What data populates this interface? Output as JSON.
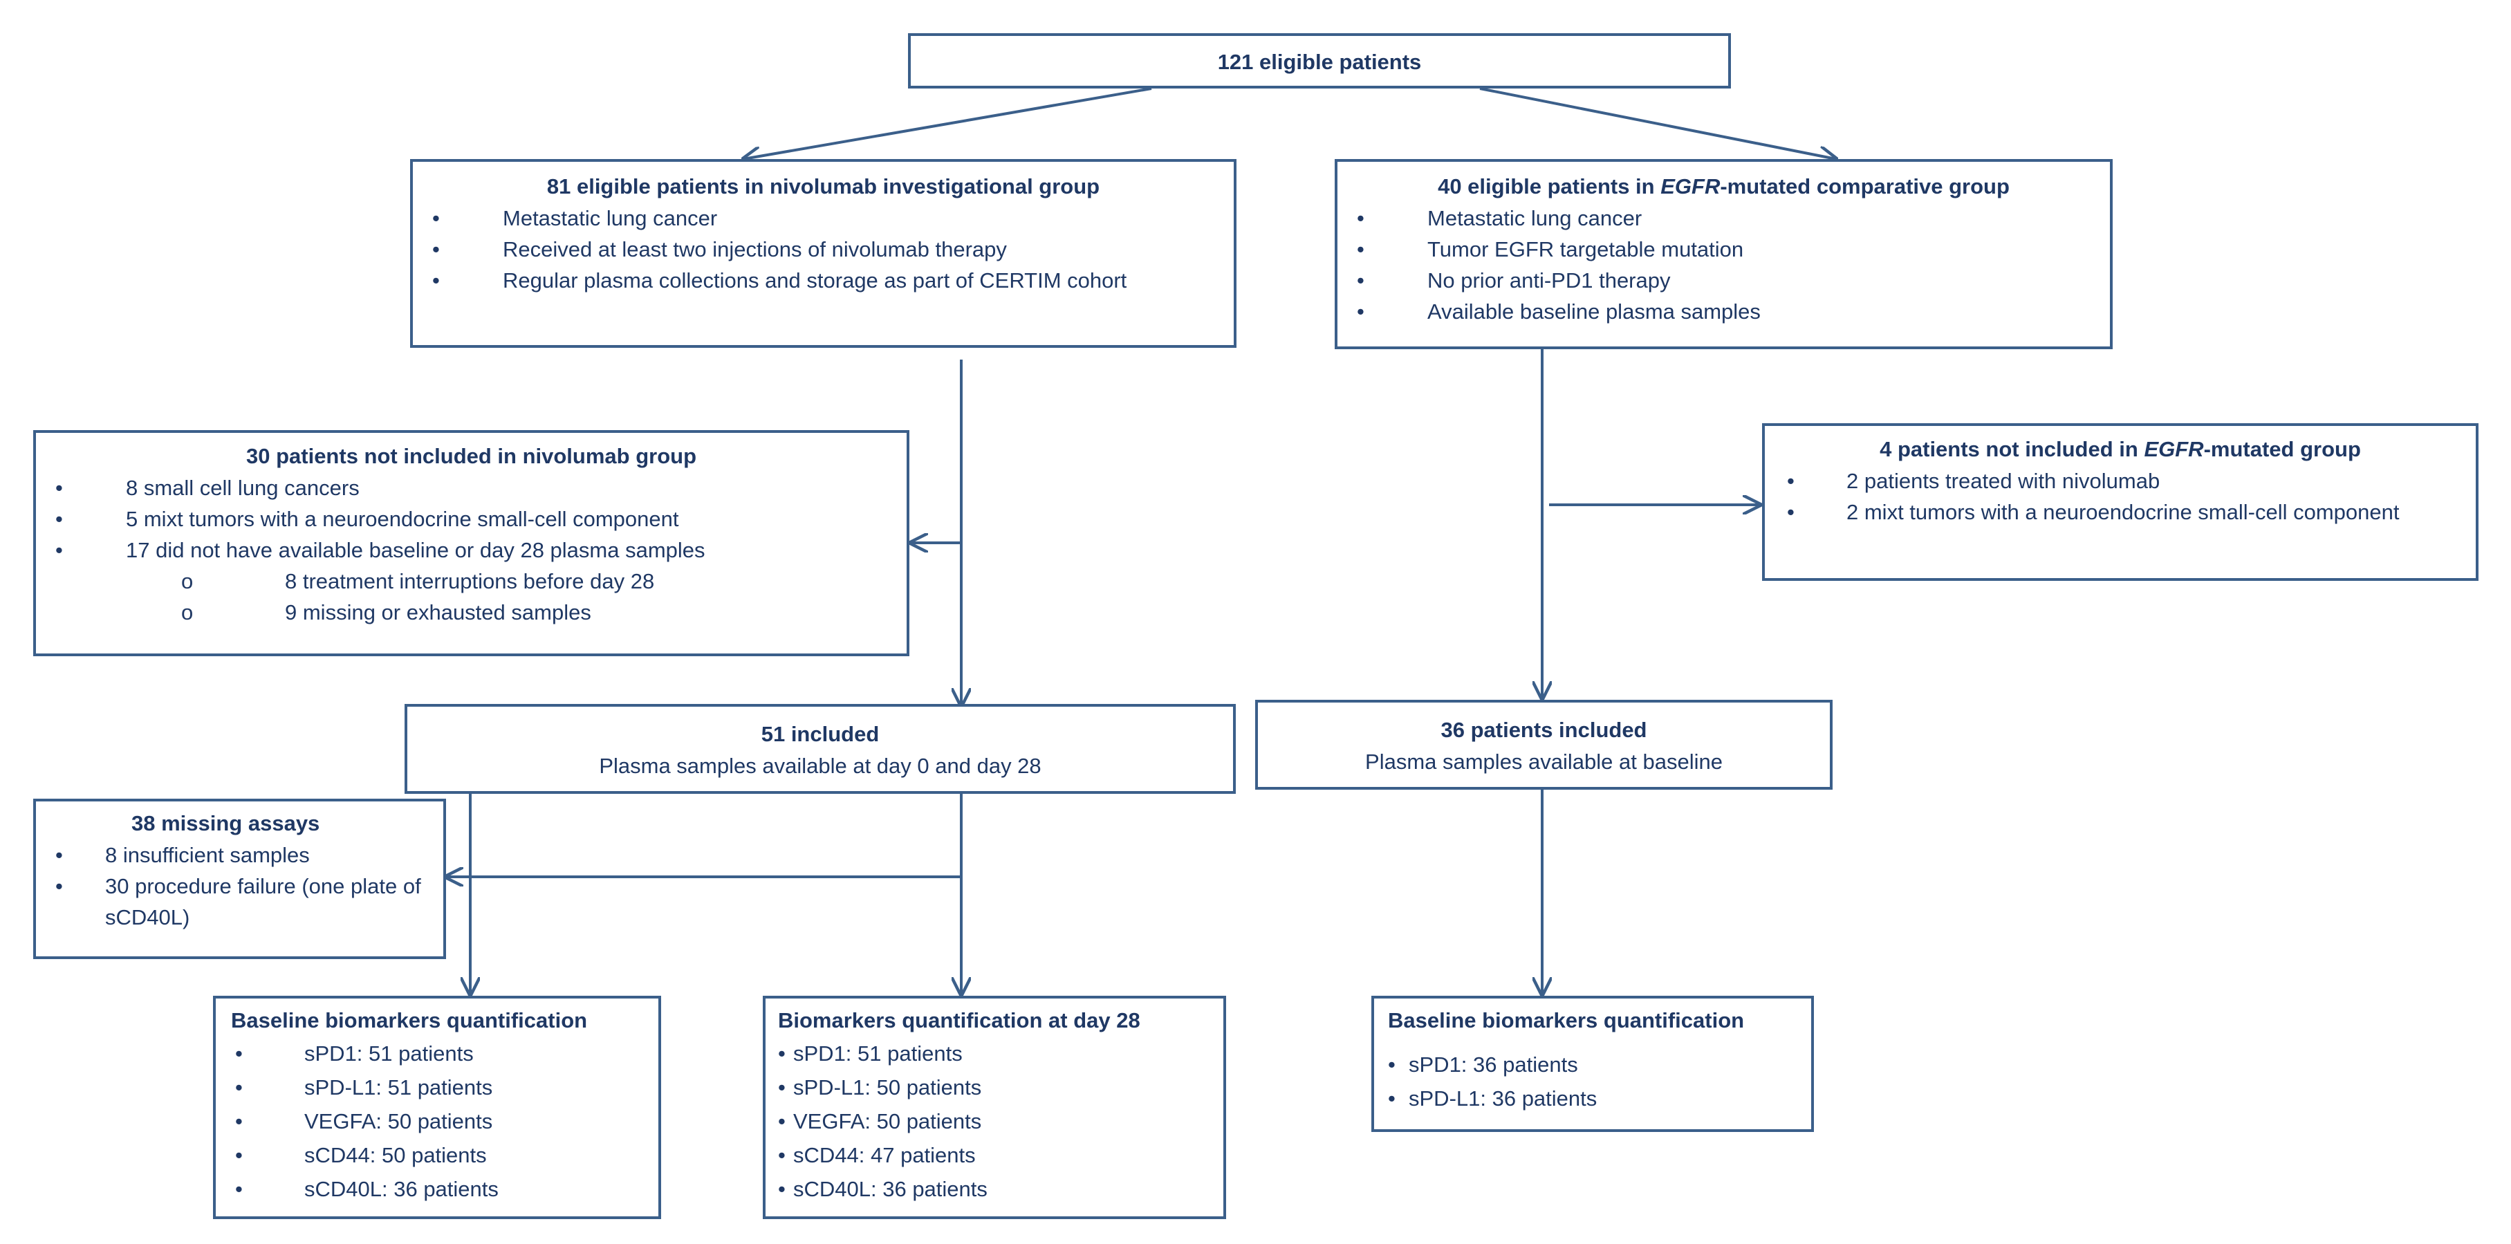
{
  "top": {
    "title": "121 eligible patients"
  },
  "nivo": {
    "title": "81 eligible patients in nivolumab investigational group",
    "items": [
      "Metastatic lung cancer",
      "Received at least two injections of nivolumab therapy",
      "Regular plasma collections and storage as part of CERTIM cohort"
    ]
  },
  "egfr": {
    "title_pre": "40 eligible patients in ",
    "title_em": "EGFR",
    "title_post": "-mutated comparative group",
    "items": [
      "Metastatic lung cancer",
      "Tumor EGFR targetable mutation",
      "No prior anti-PD1 therapy",
      "Available baseline plasma samples"
    ]
  },
  "excl_nivo": {
    "title": "30 patients not included in nivolumab group",
    "items": [
      "8 small cell lung cancers",
      "5 mixt tumors with a neuroendocrine small-cell component",
      "17 did not have available baseline or day 28 plasma samples"
    ],
    "subitems": [
      "8 treatment interruptions before day 28",
      "9 missing or exhausted samples"
    ]
  },
  "excl_egfr": {
    "title_pre": "4 patients not included in ",
    "title_em": "EGFR",
    "title_post": "-mutated group",
    "items": [
      "2 patients treated with nivolumab",
      "2 mixt tumors with a neuroendocrine small-cell component"
    ]
  },
  "incl_nivo": {
    "title": "51 included",
    "subtitle": "Plasma samples available at day 0 and day 28"
  },
  "incl_egfr": {
    "title": "36 patients included",
    "subtitle": "Plasma samples available at baseline"
  },
  "missing": {
    "title": "38 missing assays",
    "items": [
      "8 insufficient  samples",
      "30 procedure failure (one plate of sCD40L)"
    ]
  },
  "baseline_nivo": {
    "title": "Baseline biomarkers quantification",
    "items": [
      "sPD1: 51 patients",
      "sPD-L1: 51 patients",
      "VEGFA: 50 patients",
      "sCD44: 50 patients",
      "sCD40L: 36 patients"
    ]
  },
  "day28_nivo": {
    "title": "Biomarkers quantification at day 28",
    "items": [
      "sPD1: 51 patients",
      "sPD-L1: 50 patients",
      "VEGFA: 50 patients",
      "sCD44: 47 patients",
      "sCD40L: 36 patients"
    ]
  },
  "baseline_egfr": {
    "title": "Baseline biomarkers quantification",
    "items": [
      "sPD1: 36 patients",
      "sPD-L1: 36 patients"
    ]
  },
  "bullets": {
    "main": "•",
    "sub": "o"
  },
  "colors": {
    "border": "#3b5f8a",
    "text": "#1f3864",
    "arrow": "#3b5f8a"
  }
}
